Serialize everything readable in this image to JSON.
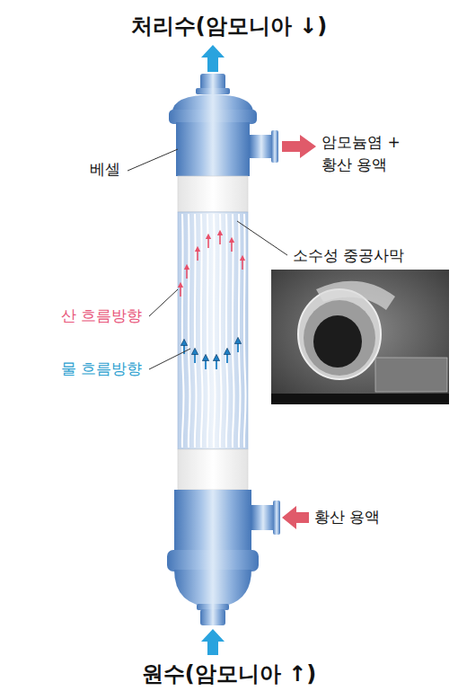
{
  "diagram": {
    "labels": [
      "처리수(암모니아 ↓)",
      "베셀",
      "암모늄염 + 황산 용액",
      "소수성 중공사막",
      "산 흐름방향",
      "물 흐름방향",
      "황산 용액",
      "원수(암모니아 ↑)"
    ]
  }
}
